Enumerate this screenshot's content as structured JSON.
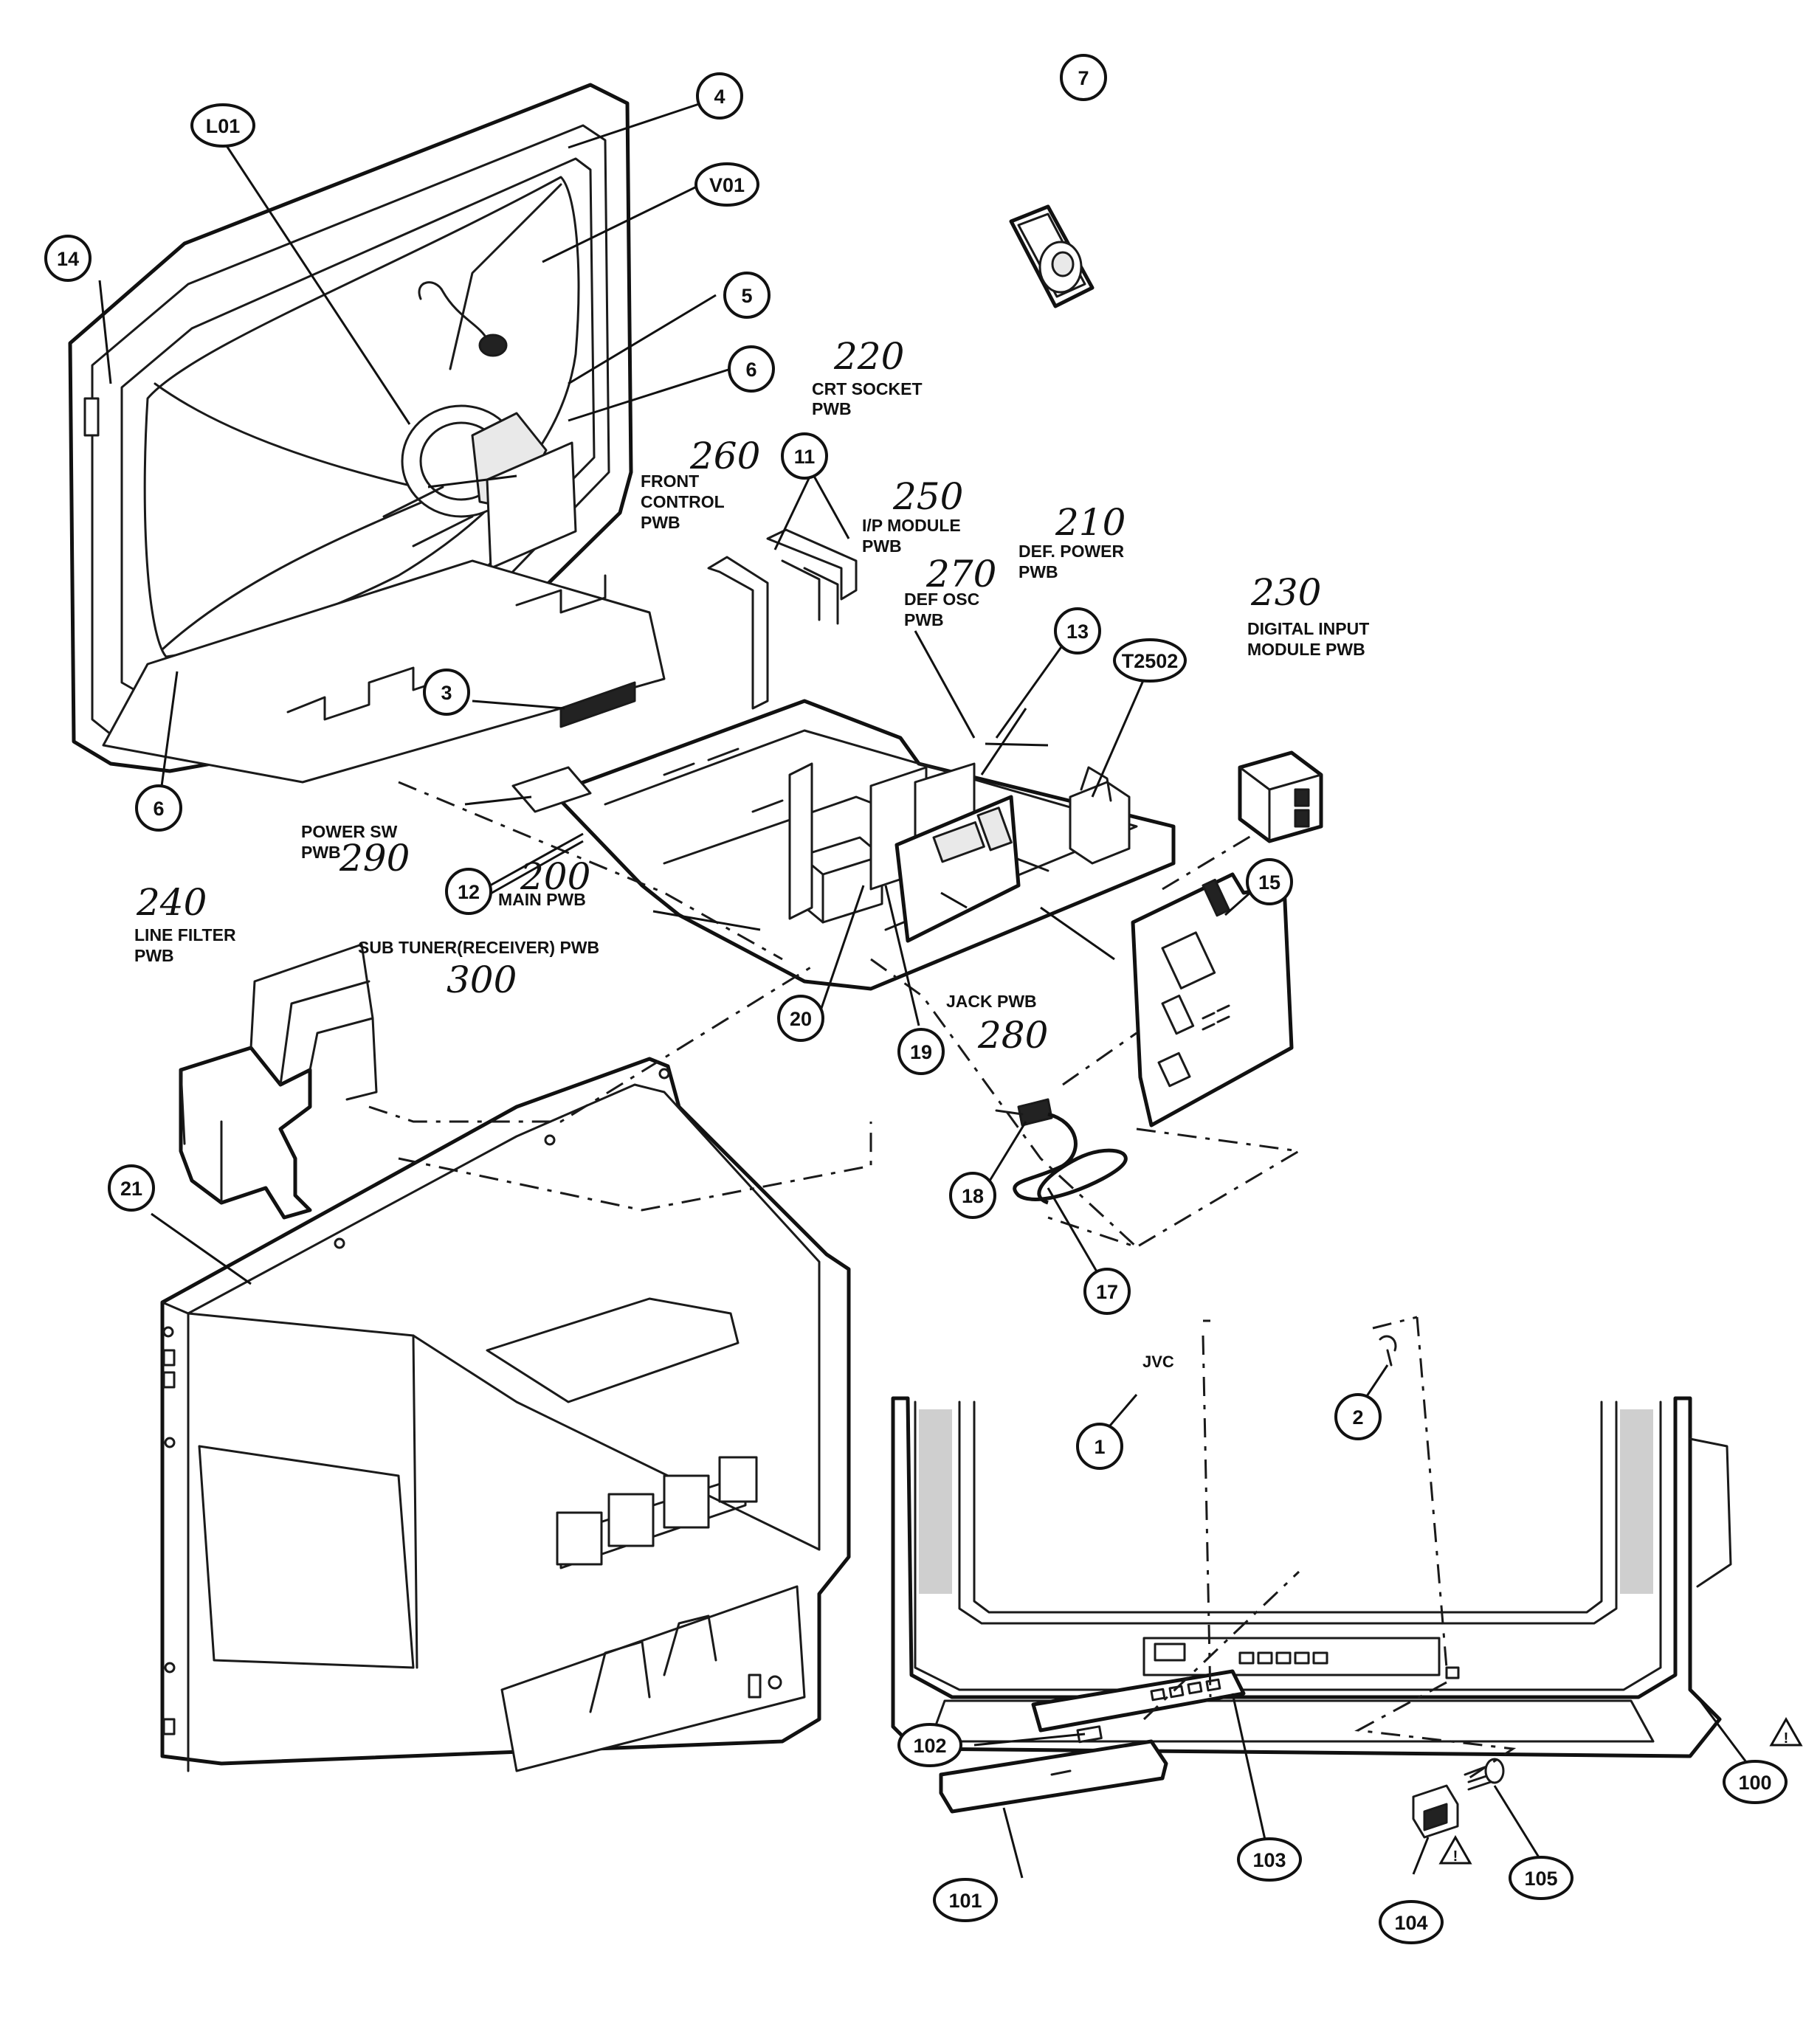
{
  "callouts": {
    "L01": "L01",
    "c4": "4",
    "V01": "V01",
    "c14": "14",
    "c5": "5",
    "c6a": "6",
    "c6b": "6",
    "c3": "3",
    "c11": "11",
    "c7": "7",
    "c13": "13",
    "T2502": "T2502",
    "c12": "12",
    "c15": "15",
    "c20": "20",
    "c19": "19",
    "c18": "18",
    "c17": "17",
    "c21": "21",
    "c1": "1",
    "c2": "2",
    "c102": "102",
    "c103": "103",
    "c101": "101",
    "c104": "104",
    "c105": "105",
    "c100": "100"
  },
  "labels": {
    "crt_socket_1": "CRT SOCKET",
    "crt_socket_2": "PWB",
    "front_control_1": "FRONT",
    "front_control_2": "CONTROL",
    "front_control_3": "PWB",
    "ip_module_1": "I/P MODULE",
    "ip_module_2": "PWB",
    "def_power_1": "DEF. POWER",
    "def_power_2": "PWB",
    "def_osc_1": "DEF OSC",
    "def_osc_2": "PWB",
    "digital_input_1": "DIGITAL INPUT",
    "digital_input_2": "MODULE PWB",
    "power_sw_1": "POWER SW",
    "power_sw_2": "PWB",
    "main_pwb": "MAIN PWB",
    "sub_tuner": "SUB TUNER(RECEIVER) PWB",
    "line_filter_1": "LINE FILTER",
    "line_filter_2": "PWB",
    "jack_pwb": "JACK PWB",
    "jvc_logo": "JVC"
  },
  "handwritten": {
    "crt_socket": "220",
    "front_control": "260",
    "ip_module": "250",
    "def_power": "210",
    "def_osc": "270",
    "digital_input": "230",
    "power_sw": "290",
    "main_pwb": "200",
    "sub_tuner": "300",
    "line_filter": "240",
    "jack_pwb": "280"
  },
  "warnings": {
    "w100": "!",
    "w104": "!"
  }
}
